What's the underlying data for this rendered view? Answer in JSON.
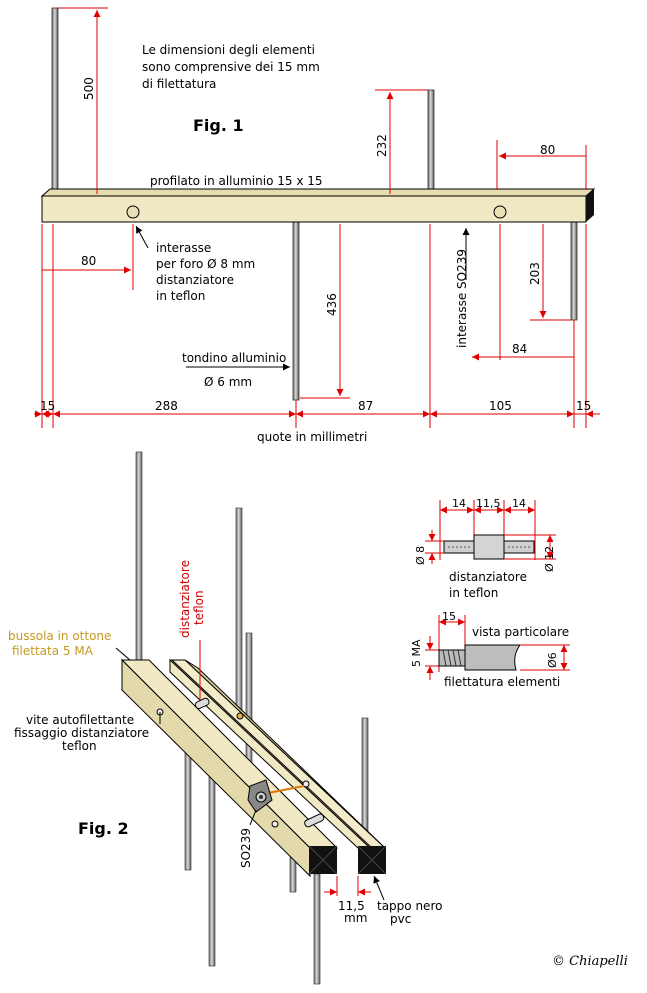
{
  "fig1": {
    "title": "Fig. 1",
    "note_lines": [
      "Le dimensioni degli elementi",
      "sono comprensive dei 15 mm",
      "di filettatura"
    ],
    "boom_label": "profilato in alluminio 15 x 15",
    "spacer_note_lines": [
      "interasse",
      "per foro Ø 8 mm",
      "distanziatore",
      "in teflon"
    ],
    "rod_label_lines": [
      "tondino alluminio",
      "Ø 6 mm"
    ],
    "connector_label": "interasse SO239",
    "dims": {
      "d500": "500",
      "d232": "232",
      "d80_top": "80",
      "d80_left": "80",
      "d436": "436",
      "d203": "203",
      "d84": "84",
      "b15_left": "15",
      "b288": "288",
      "b87": "87",
      "b105": "105",
      "b15_right": "15"
    },
    "units_note": "quote in millimetri"
  },
  "spacer_detail": {
    "dims": {
      "w1": "14",
      "w2": "11,5",
      "w3": "14",
      "dia_small": "Ø 8",
      "dia_large": "Ø 12"
    },
    "caption_lines": [
      "distanziatore",
      "in teflon"
    ]
  },
  "thread_detail": {
    "dims": {
      "len": "15",
      "thread": "5 MA",
      "dia": "Ø6"
    },
    "title": "vista particolare",
    "caption": "filettatura elementi"
  },
  "fig2": {
    "title": "Fig. 2",
    "bushing_label_lines": [
      "bussola in ottone",
      "filettata  5 MA"
    ],
    "spacer_label_lines": [
      "distanziatore",
      "teflon"
    ],
    "screw_label_lines": [
      "vite autofilettante",
      "fissaggio distanziatore",
      "teflon"
    ],
    "connector_label": "SO239",
    "gap_label_lines": [
      "11,5",
      "mm"
    ],
    "cap_label_lines": [
      "tappo nero",
      "pvc"
    ]
  },
  "signature": "© Chiapelli",
  "colors": {
    "boom": "#f1e8c4",
    "dim_lines": "#e00000",
    "bushing_label": "#c89a22",
    "rod": "#a0a0a0"
  }
}
